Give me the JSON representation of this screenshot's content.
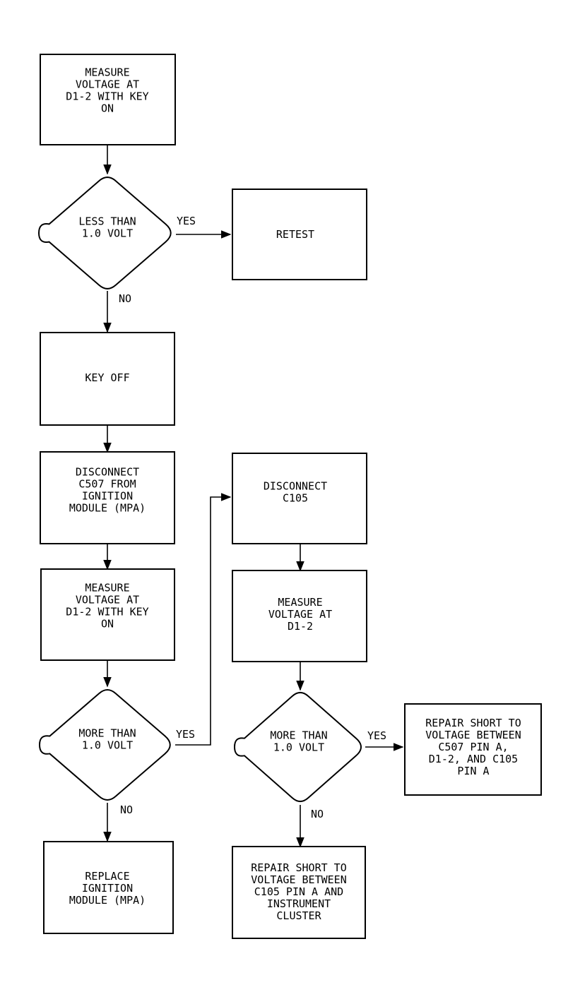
{
  "nodes": {
    "measure1": {
      "lines": [
        "MEASURE",
        "VOLTAGE AT",
        "D1-2 WITH KEY",
        "ON"
      ]
    },
    "less_than": {
      "lines": [
        "LESS THAN",
        "1.0 VOLT"
      ]
    },
    "retest": {
      "lines": [
        "RETEST"
      ]
    },
    "key_off": {
      "lines": [
        "KEY OFF"
      ]
    },
    "disc_c507": {
      "lines": [
        "DISCONNECT",
        "C507 FROM",
        "IGNITION",
        "MODULE (MPA)"
      ]
    },
    "measure2": {
      "lines": [
        "MEASURE",
        "VOLTAGE AT",
        "D1-2 WITH KEY",
        "ON"
      ]
    },
    "more_than1": {
      "lines": [
        "MORE THAN",
        "1.0 VOLT"
      ]
    },
    "replace": {
      "lines": [
        "REPLACE",
        "IGNITION",
        "MODULE (MPA)"
      ]
    },
    "disc_c105": {
      "lines": [
        "DISCONNECT",
        "C105"
      ]
    },
    "measure3": {
      "lines": [
        "MEASURE",
        "VOLTAGE AT",
        "D1-2"
      ]
    },
    "more_than2": {
      "lines": [
        "MORE THAN",
        "1.0 VOLT"
      ]
    },
    "repair1": {
      "lines": [
        "REPAIR SHORT TO",
        "VOLTAGE BETWEEN",
        "C507 PIN A,",
        "D1-2, AND C105",
        "PIN A"
      ]
    },
    "repair2": {
      "lines": [
        "REPAIR SHORT TO",
        "VOLTAGE BETWEEN",
        "C105 PIN A AND",
        "INSTRUMENT",
        "CLUSTER"
      ]
    }
  },
  "edge_labels": {
    "yes": "YES",
    "no": "NO"
  },
  "colors": {
    "stroke": "#000000",
    "background": "#ffffff"
  }
}
